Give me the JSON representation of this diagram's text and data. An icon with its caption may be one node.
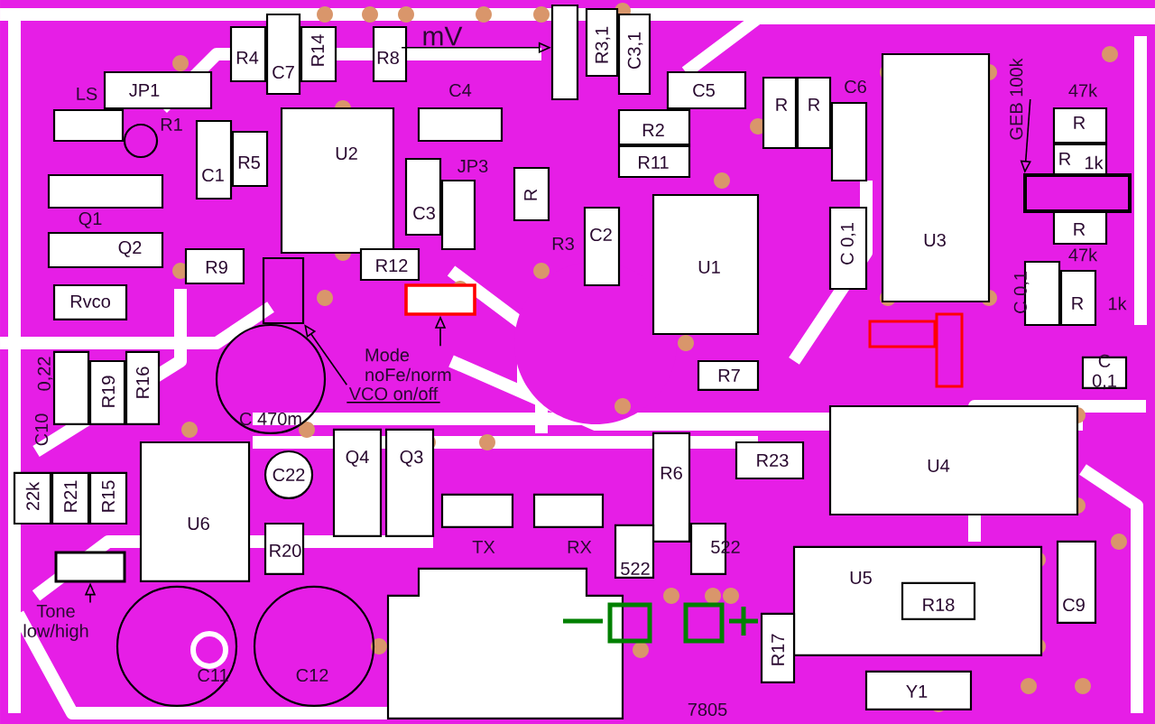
{
  "diagram": {
    "nodes": [
      {
        "text": [
          "mV"
        ]
      },
      {
        "text": [],
        "shape": "box"
      },
      {
        "text": [
          "Mode noFe/norm"
        ]
      },
      {
        "text": [],
        "shape": "box"
      },
      {
        "text": [
          "VCO on/off"
        ]
      },
      {
        "text": [],
        "shape": "box"
      },
      {
        "text": [
          "Tone low/high"
        ]
      },
      {
        "text": [],
        "shape": "box"
      },
      {
        "text": [
          "GEB 100k"
        ]
      },
      {
        "text": [],
        "shape": "box"
      }
    ],
    "edges": [
      {
        "from": 0,
        "to": 1,
        "arrow": "to"
      },
      {
        "from": 2,
        "to": 3,
        "arrow": "to"
      },
      {
        "from": 4,
        "to": 5,
        "arrow": "to"
      },
      {
        "from": 6,
        "to": 7,
        "arrow": "to"
      },
      {
        "from": 8,
        "to": 9,
        "arrow": "to"
      }
    ],
    "labels": [
      "R4",
      "C7",
      "R14",
      "R8",
      "R3,1",
      "C3,1",
      "LS",
      "JP1",
      "C4",
      "C5",
      "R",
      "R",
      "C6",
      "47k",
      "R1",
      "R2",
      "R",
      "C1",
      "R5",
      "U2",
      "JP3",
      "R11",
      "R",
      "1k",
      "Q1",
      "C3",
      "R",
      "Q2",
      "R3",
      "C2",
      "C 0,1",
      "U3",
      "R",
      "47k",
      "R9",
      "R12",
      "U1",
      "Rvco",
      "C 0,1",
      "R",
      "1k",
      "0,22",
      "R19",
      "R16",
      "R7",
      "C 0,1",
      "C10",
      "C 470m",
      "C22",
      "Q4",
      "Q3",
      "R6",
      "R23",
      "U4",
      "22k",
      "R21",
      "R15",
      "U6",
      "R20",
      "TX",
      "RX",
      "522",
      "522",
      "U5",
      "R18",
      "C9",
      "R17",
      "C11",
      "C12",
      "Y1",
      "7805"
    ]
  }
}
